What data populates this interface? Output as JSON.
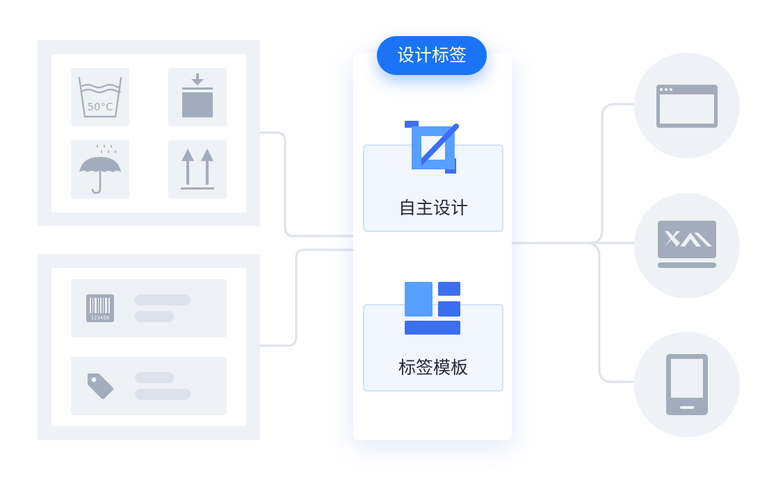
{
  "colors": {
    "accent": "#1a74f5",
    "icon_blue": "#3c6ef2",
    "icon_light_blue": "#58a0ff",
    "icon_gray": "#a3acbc",
    "panel_gray": "#eef1f5",
    "connector": "#dde2ea"
  },
  "left_panel_top": {
    "icons": [
      "wash-temperature-icon",
      "fragile-box-icon",
      "keep-dry-icon",
      "this-way-up-icon"
    ],
    "wash_temperature": "50°C"
  },
  "left_panel_bottom": {
    "rows": [
      {
        "icon": "barcode-icon",
        "barcode_digits": "123456"
      },
      {
        "icon": "price-tag-icon"
      }
    ]
  },
  "center": {
    "title": "设计标签",
    "options": [
      {
        "label": "自主设计",
        "icon": "crop-icon"
      },
      {
        "label": "标签模板",
        "icon": "template-layout-icon"
      }
    ]
  },
  "outputs": [
    {
      "icon": "browser-window-icon"
    },
    {
      "icon": "label-printer-icon"
    },
    {
      "icon": "tablet-device-icon"
    }
  ]
}
